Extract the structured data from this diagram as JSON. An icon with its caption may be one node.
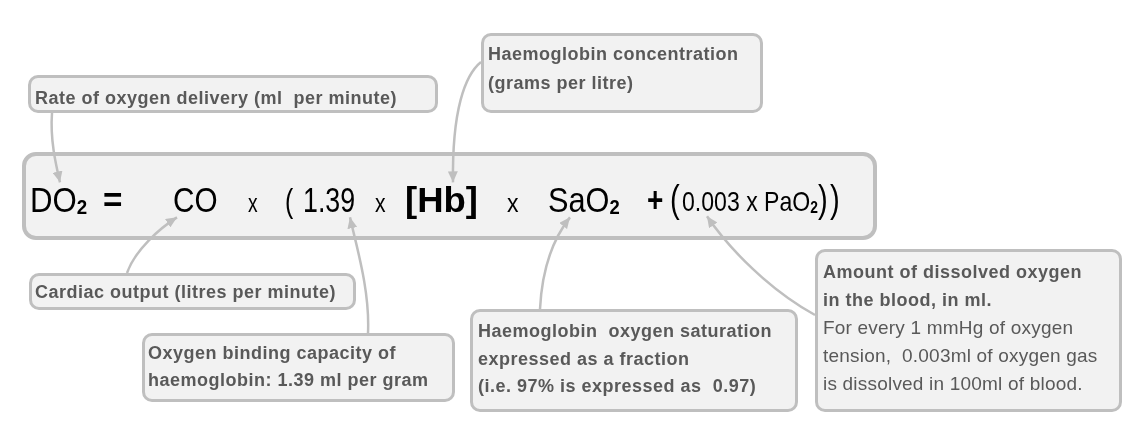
{
  "diagram": {
    "nodes": [
      {
        "text": [
          "Haemoglobin concentration (grams per litre)"
        ]
      },
      {
        "text": [
          "Rate of oxygen delivery (ml  per minute)"
        ]
      },
      {
        "text": [],
        "shape": "box"
      },
      {
        "text": [
          "DO$_{2}$"
        ],
        "in": 2
      },
      {
        "text": [
          "CO"
        ],
        "in": 2
      },
      {
        "text": [
          "1.39"
        ],
        "in": 2
      },
      {
        "text": [
          "[Hb]"
        ],
        "in": 2
      },
      {
        "text": [
          "SaO$_{2}$"
        ],
        "in": 2
      },
      {
        "text": [
          "0.003 x PaO$_{2}$"
        ],
        "in": 2
      },
      {
        "text": [
          "Cardiac output (litres per minute)"
        ]
      },
      {
        "text": [
          "Oxygen binding capacity of haemoglobin: 1.39 ml per gram"
        ]
      },
      {
        "text": [
          "Haemoglobin  oxygen saturation expressed as a fraction",
          "(i.e. 97% is expressed as  0.97)"
        ]
      },
      {
        "text": [
          "Amount of dissolved oxygen in the blood, in ml.",
          "For every 1 mmHg of oxygen tension,  0.003ml of oxygen gas is dissolved in 100ml of blood."
        ]
      }
    ],
    "edges": [
      {
        "from": 1,
        "to": 3,
        "arrow": "to"
      },
      {
        "from": 0,
        "to": 6,
        "arrow": "to"
      },
      {
        "from": 9,
        "to": 4,
        "arrow": "to"
      },
      {
        "from": 10,
        "to": 5,
        "arrow": "to"
      },
      {
        "from": 11,
        "to": 7,
        "arrow": "to"
      },
      {
        "from": 12,
        "to": 8,
        "arrow": "to"
      }
    ],
    "labels": [
      "=",
      "x",
      "(",
      "x",
      "x",
      "+",
      "(",
      ")",
      ")"
    ]
  }
}
